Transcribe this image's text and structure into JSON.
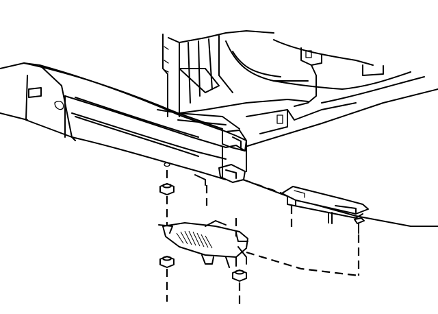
{
  "diagram": {
    "type": "exploded-assembly-line-drawing",
    "stroke_color": "#000000",
    "background_color": "#ffffff",
    "parts": [
      "bumper-impact-bar",
      "body-frame-rail",
      "upper-bracket",
      "lower-bracket",
      "nut",
      "bolt"
    ],
    "labels": []
  }
}
